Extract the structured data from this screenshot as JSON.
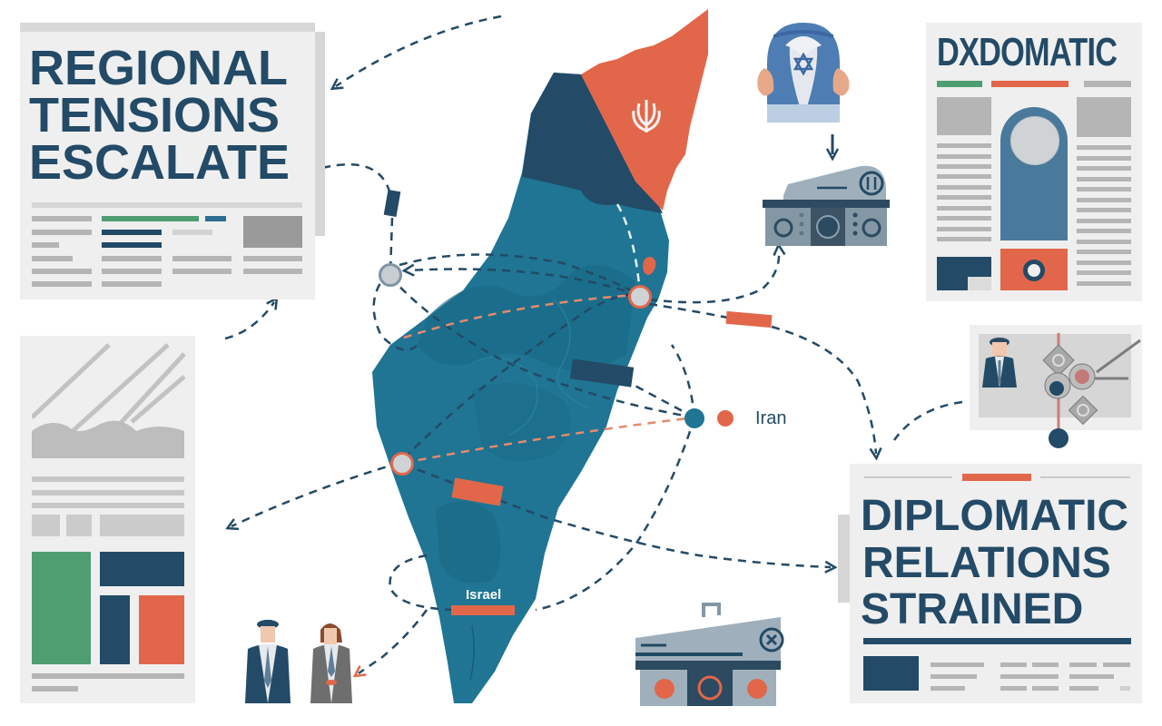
{
  "colors": {
    "navy": "#234a66",
    "teal": "#1f7593",
    "teal_dark": "#1a6680",
    "orange": "#e2674a",
    "green": "#4e9e72",
    "paper": "#efefef",
    "gray_bar": "#b5b5b5",
    "gray_block": "#9a9a9a"
  },
  "newspapers": [
    {
      "id": "regional",
      "headline_lines": [
        "REGIONAL",
        "TENSIONS",
        "ESCALATE"
      ]
    },
    {
      "id": "dxdomatic",
      "masthead": "DXDOMATIC"
    },
    {
      "id": "diplomatic",
      "headline_lines": [
        "DIPLOMATIC",
        "RELATIONS",
        "STRAINED"
      ]
    },
    {
      "id": "graphic-layout",
      "headline_lines": []
    }
  ],
  "map": {
    "labels": {
      "israel": "Israel",
      "iran": "Iran"
    },
    "legend": {
      "items": [
        {
          "color": "#1f7593",
          "label": ""
        },
        {
          "color": "#e2674a",
          "label": "Iran"
        }
      ]
    },
    "icons": [
      "iran-emblem-icon",
      "location-pin-icon"
    ]
  },
  "illustrations": [
    {
      "name": "israeli-flag-figure",
      "emblem": "star-of-david"
    },
    {
      "name": "satellite-device-top"
    },
    {
      "name": "satellite-device-bottom"
    },
    {
      "name": "diplomats-pair"
    },
    {
      "name": "spy-mechanism-panel"
    }
  ]
}
